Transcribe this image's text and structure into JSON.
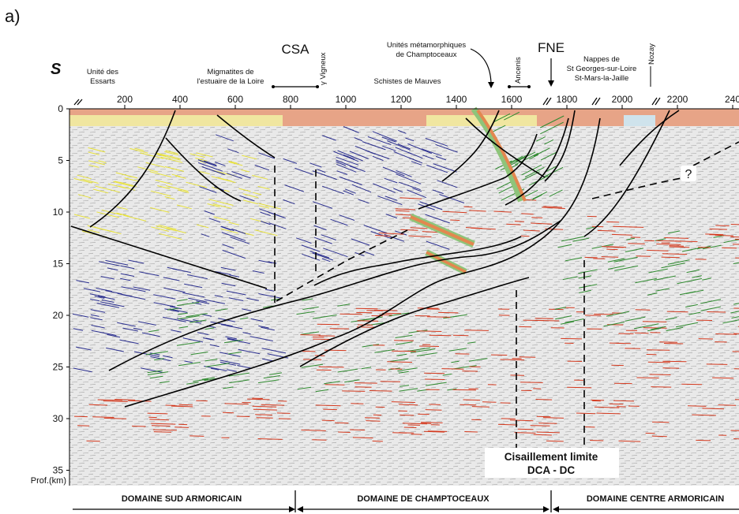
{
  "panel_label": "a)",
  "direction_label": "S",
  "depth_axis": {
    "title": "Prof.(km)",
    "ticks": [
      "0",
      "5",
      "10",
      "15",
      "20",
      "25",
      "30",
      "35"
    ]
  },
  "distance_ticks": [
    "200",
    "400",
    "600",
    "800",
    "1000",
    "1200",
    "1400",
    "1600",
    "1800",
    "2000",
    "2200",
    "240"
  ],
  "structures": {
    "csa": "CSA",
    "fne": "FNE",
    "question": "?"
  },
  "units": {
    "essarts": [
      "Unité des",
      "Essarts"
    ],
    "migmatites": [
      "Migmatites de",
      "l'estuaire de la Loire"
    ],
    "vigneux": "γ Vigneux",
    "mauves": "Schistes de Mauves",
    "champtoceaux_units": [
      "Unités métamorphiques",
      "de Champtoceaux"
    ],
    "ancenis": "Ancenis",
    "nappes": [
      "Nappes de",
      "St Georges-sur-Loire",
      "St-Mars-la-Jaille"
    ],
    "nozay": "Nozay"
  },
  "shear_box": {
    "line1": "Cisaillement limite",
    "line2": "DCA - DC"
  },
  "domains": [
    "DOMAINE SUD ARMORICAIN",
    "DOMAINE DE CHAMPTOCEAUX",
    "DOMAINE CENTRE ARMORICAIN"
  ],
  "colors": {
    "surface_salmon": "#e7a487",
    "surface_yellow": "#f0e6a0",
    "surface_blue": "#cfe3ec",
    "reflector_blue": "#2b2f8f",
    "reflector_red": "#d4391e",
    "reflector_green": "#2f8a2f",
    "reflector_yellow": "#e8e23a",
    "band_orange": "#e3874f",
    "band_green": "#8ec47a"
  }
}
